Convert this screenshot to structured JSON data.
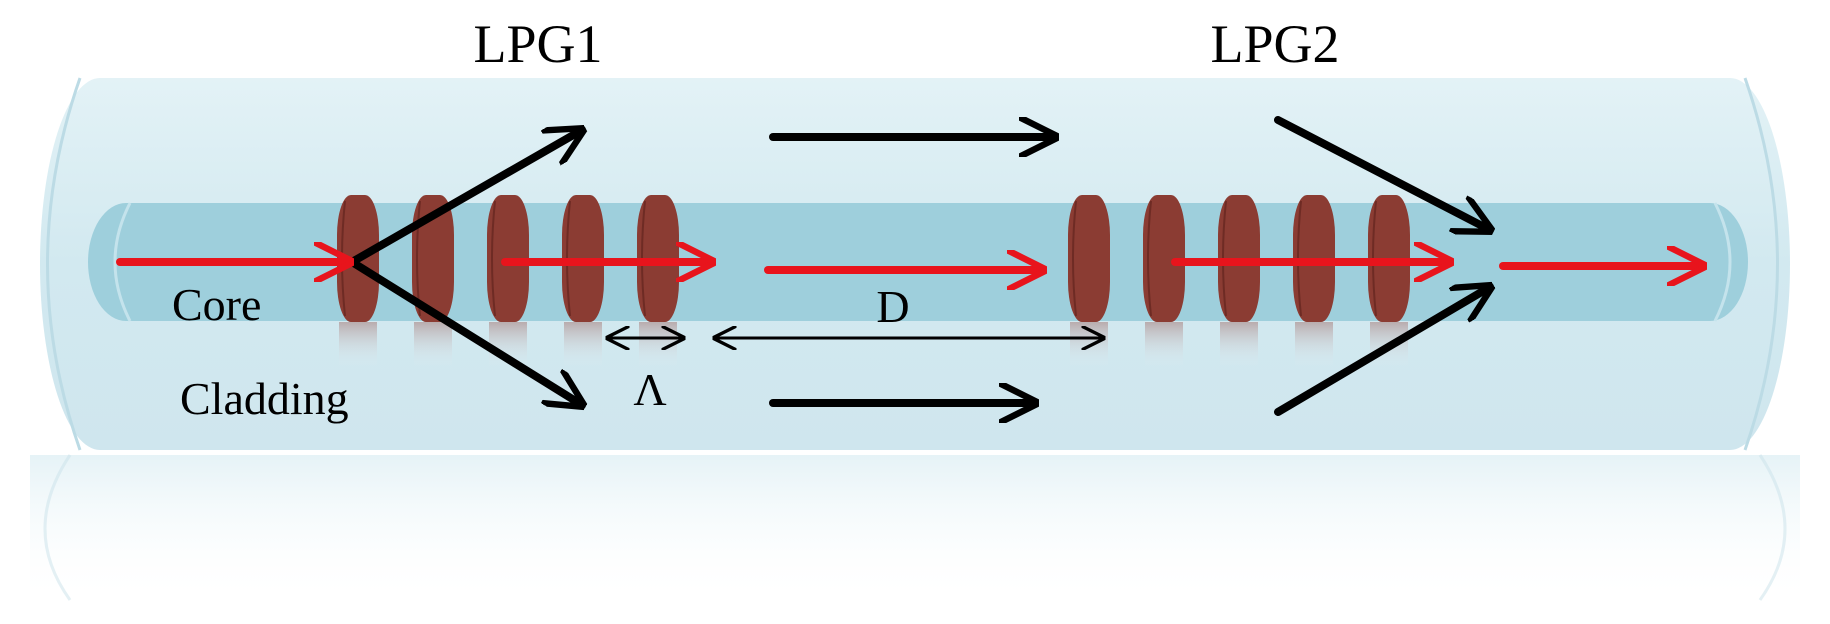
{
  "labels": {
    "lpg1": "LPG1",
    "lpg2": "LPG2",
    "core": "Core",
    "cladding": "Cladding",
    "period": "Λ",
    "separation": "D"
  },
  "colors": {
    "cladding_fill": "#d4ebf1",
    "core_fill": "#9ecfdc",
    "grating_fill": "#8b3c33",
    "core_mode_arrow": "#e8141c",
    "cladding_mode_arrow": "#000000",
    "text": "#000000"
  },
  "grating_counts": {
    "lpg1": 5,
    "lpg2": 5
  }
}
